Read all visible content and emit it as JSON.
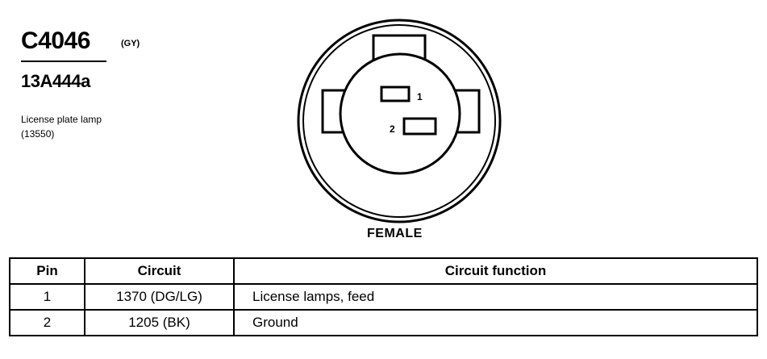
{
  "connector": {
    "id": "C4046",
    "color_code": "(GY)",
    "part_number": "13A444a",
    "description_line1": "License plate lamp",
    "description_line2": "(13550)",
    "gender": "FEMALE",
    "pin_labels": [
      "1",
      "2"
    ]
  },
  "table": {
    "headers": [
      "Pin",
      "Circuit",
      "Circuit function"
    ],
    "rows": [
      {
        "pin": "1",
        "circuit": "1370 (DG/LG)",
        "function": "License lamps, feed"
      },
      {
        "pin": "2",
        "circuit": "1205 (BK)",
        "function": "Ground"
      }
    ]
  }
}
